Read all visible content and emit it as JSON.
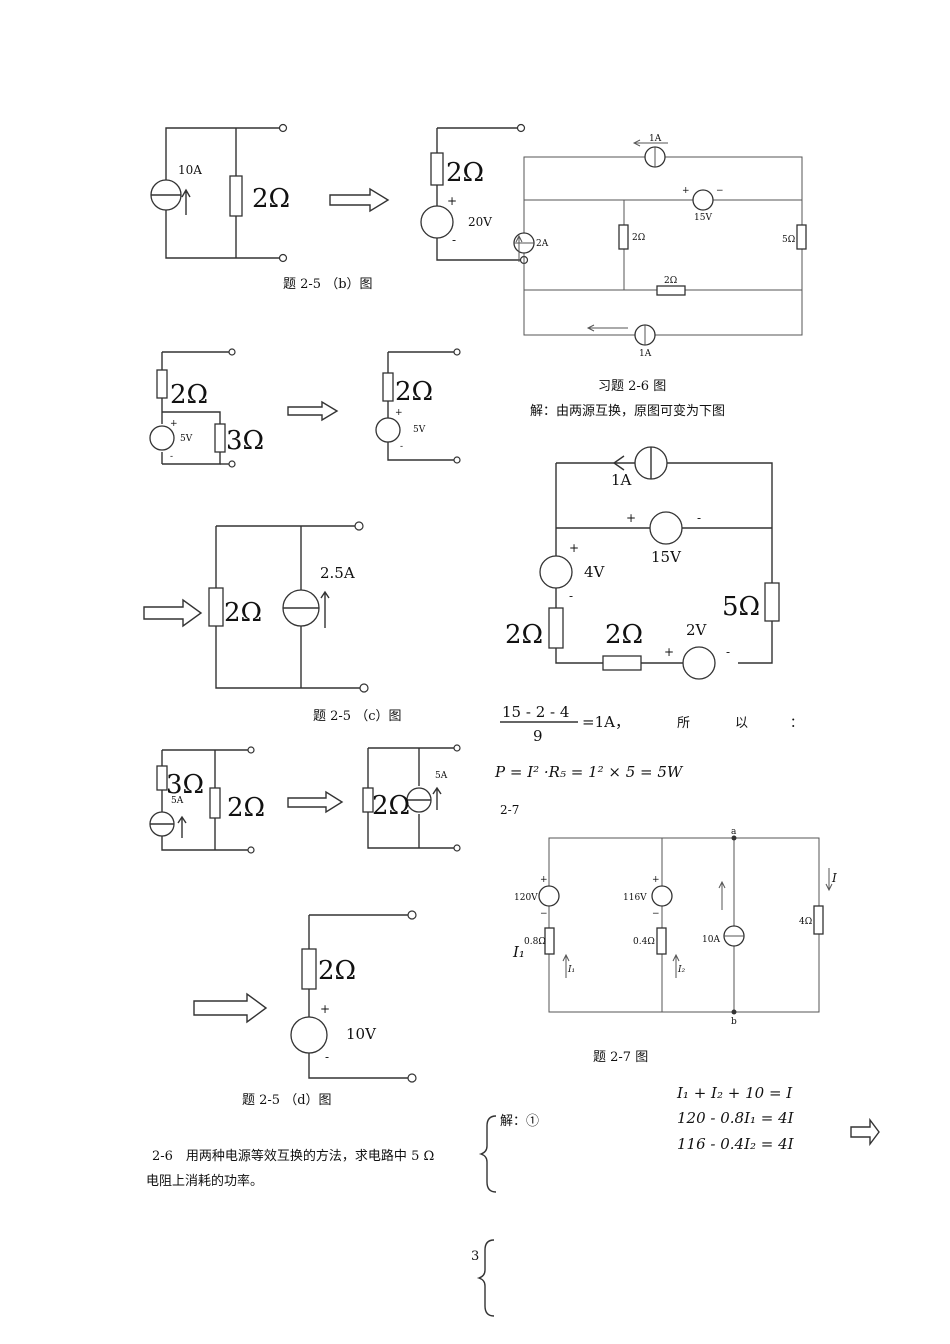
{
  "fig25b": {
    "src_label": "10A",
    "r_label": "2Ω",
    "eq_r_label": "2Ω",
    "eq_v_label": "20V",
    "plus": "+",
    "minus": "-",
    "caption": "题 2-5 （b）图"
  },
  "fig26": {
    "top_src": "1A",
    "mid_src": "15V",
    "left_src": "2A",
    "r_left": "2Ω",
    "r_bottom": "2Ω",
    "r_right": "5Ω",
    "bot_src": "1A",
    "plus": "+",
    "minus": "−",
    "caption": "习题 2-6 图",
    "solution": "解：由两源互换，原图可变为下图"
  },
  "fig25c1": {
    "r_top": "2Ω",
    "r_right": "3Ω",
    "v_label": "5V",
    "eq_r": "2Ω",
    "eq_v": "5V",
    "plus": "+",
    "minus": "-"
  },
  "fig26b": {
    "top_src": "1A",
    "mid_src": "15V",
    "left_src": "4V",
    "r_left": "2Ω",
    "r_bottom": "2Ω",
    "r_right": "5Ω",
    "bot_src": "2V",
    "plus": "+",
    "minus": "-"
  },
  "fig25c2": {
    "r_label": "2Ω",
    "src_label": "2.5A",
    "caption": "题 2-5 （c）图"
  },
  "calc": {
    "numerator": "15 - 2 - 4",
    "denominator": "9",
    "result": "=1A，",
    "so1": "所",
    "so2": "以",
    "so3": "：",
    "power": "P = I² ·R₅ = 1² × 5 = 5W",
    "next_label": "2-7"
  },
  "fig25d1": {
    "r_label": "3Ω",
    "src_label": "5A",
    "r2_label": "2Ω",
    "eq_r": "2Ω",
    "eq_src": "5A"
  },
  "fig27": {
    "node_a": "a",
    "node_b": "b",
    "v1": "120V",
    "v2": "116V",
    "r1": "0.8Ω",
    "r2": "0.4Ω",
    "r3": "4Ω",
    "cs": "10A",
    "i": "I",
    "i1": "I₁",
    "i2": "I₂",
    "i1_side": "I₁",
    "plus": "+",
    "minus": "−",
    "caption": "题 2-7 图"
  },
  "fig25d2": {
    "r_label": "2Ω",
    "v_label": "10V",
    "plus": "+",
    "minus": "-",
    "caption": "题 2-5 （d）图"
  },
  "solution": {
    "label": "解：①",
    "eq1": "I₁ + I₂ + 10 = I",
    "eq2": "120 - 0.8I₁ = 4I",
    "eq3": "116 - 0.4I₂ = 4I"
  },
  "problem": {
    "line1": "2-6　用两种电源等效互换的方法，求电路中 5 Ω",
    "line2": "电阻上消耗的功率。"
  },
  "page_number": "3"
}
